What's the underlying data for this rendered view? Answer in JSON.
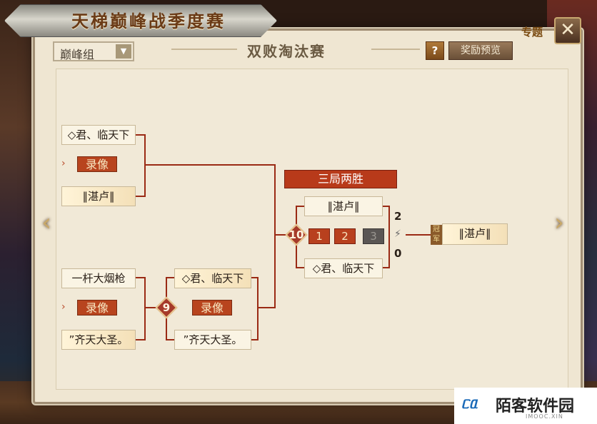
{
  "header": {
    "title": "天梯巅峰战季度赛",
    "special_badge": "专题",
    "close_icon": "✕",
    "subtitle": "双败淘汰赛"
  },
  "group_select": {
    "value": "巅峰组",
    "arrow": "▼"
  },
  "toolbar": {
    "help_label": "?",
    "reward_label": "奖励预览"
  },
  "bracket": {
    "match_a": {
      "top": "◇君、临天下",
      "bottom": "‖湛卢‖",
      "replay": "录像",
      "arrow": "›"
    },
    "match_b": {
      "top": "一杆大烟枪",
      "bottom": "”齐天大圣。",
      "replay": "录像",
      "arrow": "›"
    },
    "match_9": {
      "number": "9",
      "top": "◇君、临天下",
      "bottom": "”齐天大圣。",
      "replay": "录像"
    },
    "final": {
      "format": "三局两胜",
      "number": "10",
      "top": "‖湛卢‖",
      "bottom": "◇君、临天下",
      "games": [
        "1",
        "2",
        "3"
      ],
      "score_top": "2",
      "score_bottom": "0",
      "vs_icon": "⚡"
    },
    "champion": {
      "tag": "冠军",
      "name": "‖湛卢‖"
    }
  },
  "nav": {
    "prev": "‹",
    "next": "›"
  },
  "watermark": {
    "logo": "ᥴᥲ",
    "text": "陌客软件园",
    "sub": "IMOOC.XIN"
  }
}
